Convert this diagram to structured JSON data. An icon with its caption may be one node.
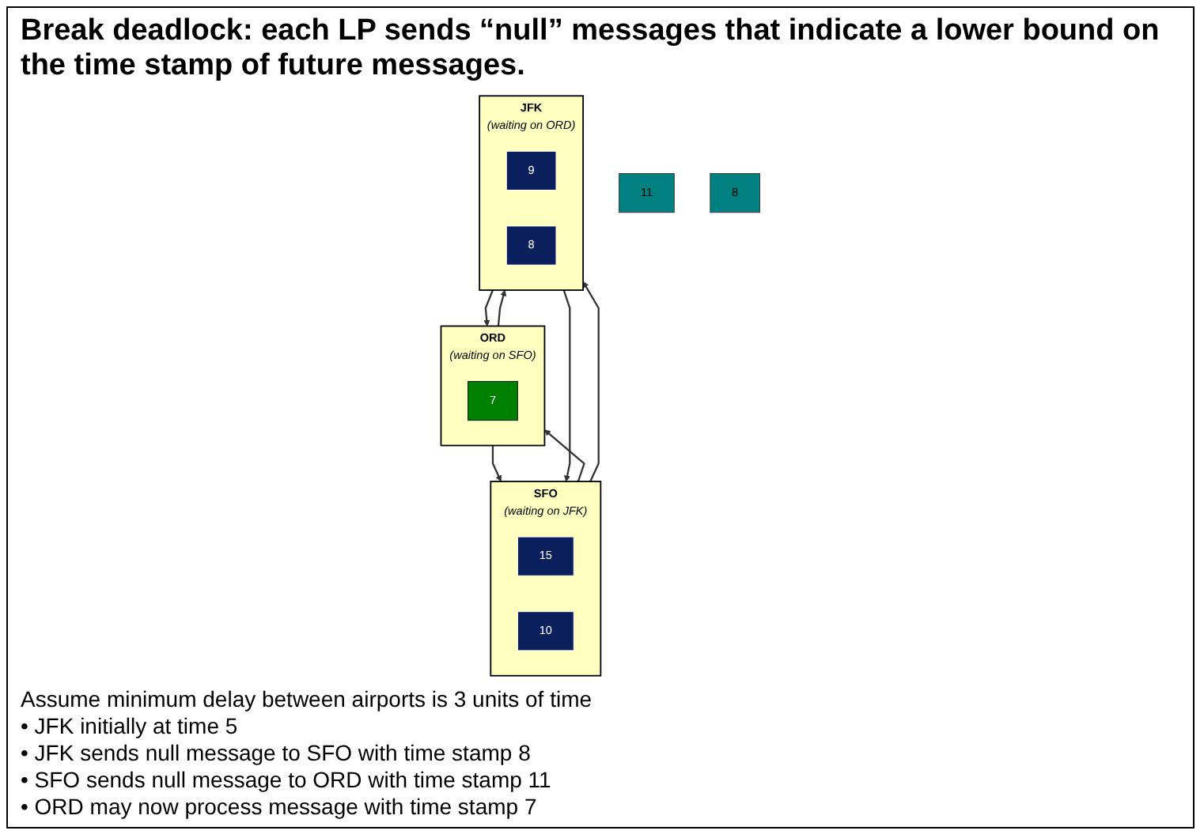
{
  "diagram": {
    "title": "Break deadlock: each LP sends “null” messages that indicate a lower bound on the time stamp of future messages.",
    "nodes": [
      {
        "text": [
          "ORD",
          "(waiting on SFO)"
        ]
      },
      {
        "text": [
          "7"
        ],
        "in": 0
      },
      {
        "text": [
          "11"
        ]
      },
      {
        "text": [
          "8"
        ]
      },
      {
        "text": [
          "SFO",
          "(waiting on JFK)"
        ]
      },
      {
        "text": [
          "15"
        ],
        "in": 4
      },
      {
        "text": [
          "10"
        ],
        "in": 4
      },
      {
        "text": [
          "JFK",
          "(waiting on ORD)"
        ]
      },
      {
        "text": [
          "9"
        ],
        "in": 7
      },
      {
        "text": [
          "8"
        ],
        "in": 7
      }
    ],
    "edges": [
      {
        "from": 4,
        "to": 0,
        "arrow": "to"
      },
      {
        "from": 0,
        "to": 4,
        "arrow": "to"
      },
      {
        "from": 0,
        "to": 7,
        "arrow": "to"
      },
      {
        "from": 7,
        "to": 0,
        "arrow": "to"
      },
      {
        "from": 7,
        "to": 4,
        "arrow": "to"
      },
      {
        "from": 4,
        "to": 7,
        "arrow": "to"
      }
    ],
    "labels": [
      "Assume minimum delay between airports is 3 units of time",
      "• JFK initially at time 5",
      "• JFK sends null message to SFO with time stamp 8",
      "• SFO sends null message to ORD with time stamp 11",
      "• ORD may now process message with time stamp 7"
    ]
  }
}
